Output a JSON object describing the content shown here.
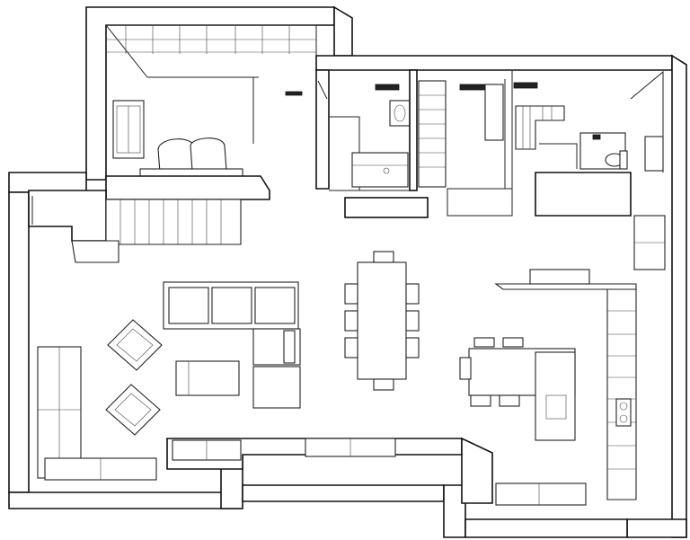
{
  "image": {
    "kind": "isometric floor plan line drawing",
    "background": "#ffffff",
    "line_color": "#111111"
  },
  "rooms": [
    "bedroom-loft",
    "bathroom",
    "closet",
    "stair-hall",
    "wc",
    "living-room",
    "dining-area",
    "kitchen"
  ],
  "icons": [
    "sofa-icon",
    "armchair-icon",
    "dining-table-icon",
    "kitchen-island-icon",
    "bed-icon",
    "toilet-icon",
    "shower-icon",
    "staircase-icon",
    "window-icon",
    "sink-icon"
  ]
}
